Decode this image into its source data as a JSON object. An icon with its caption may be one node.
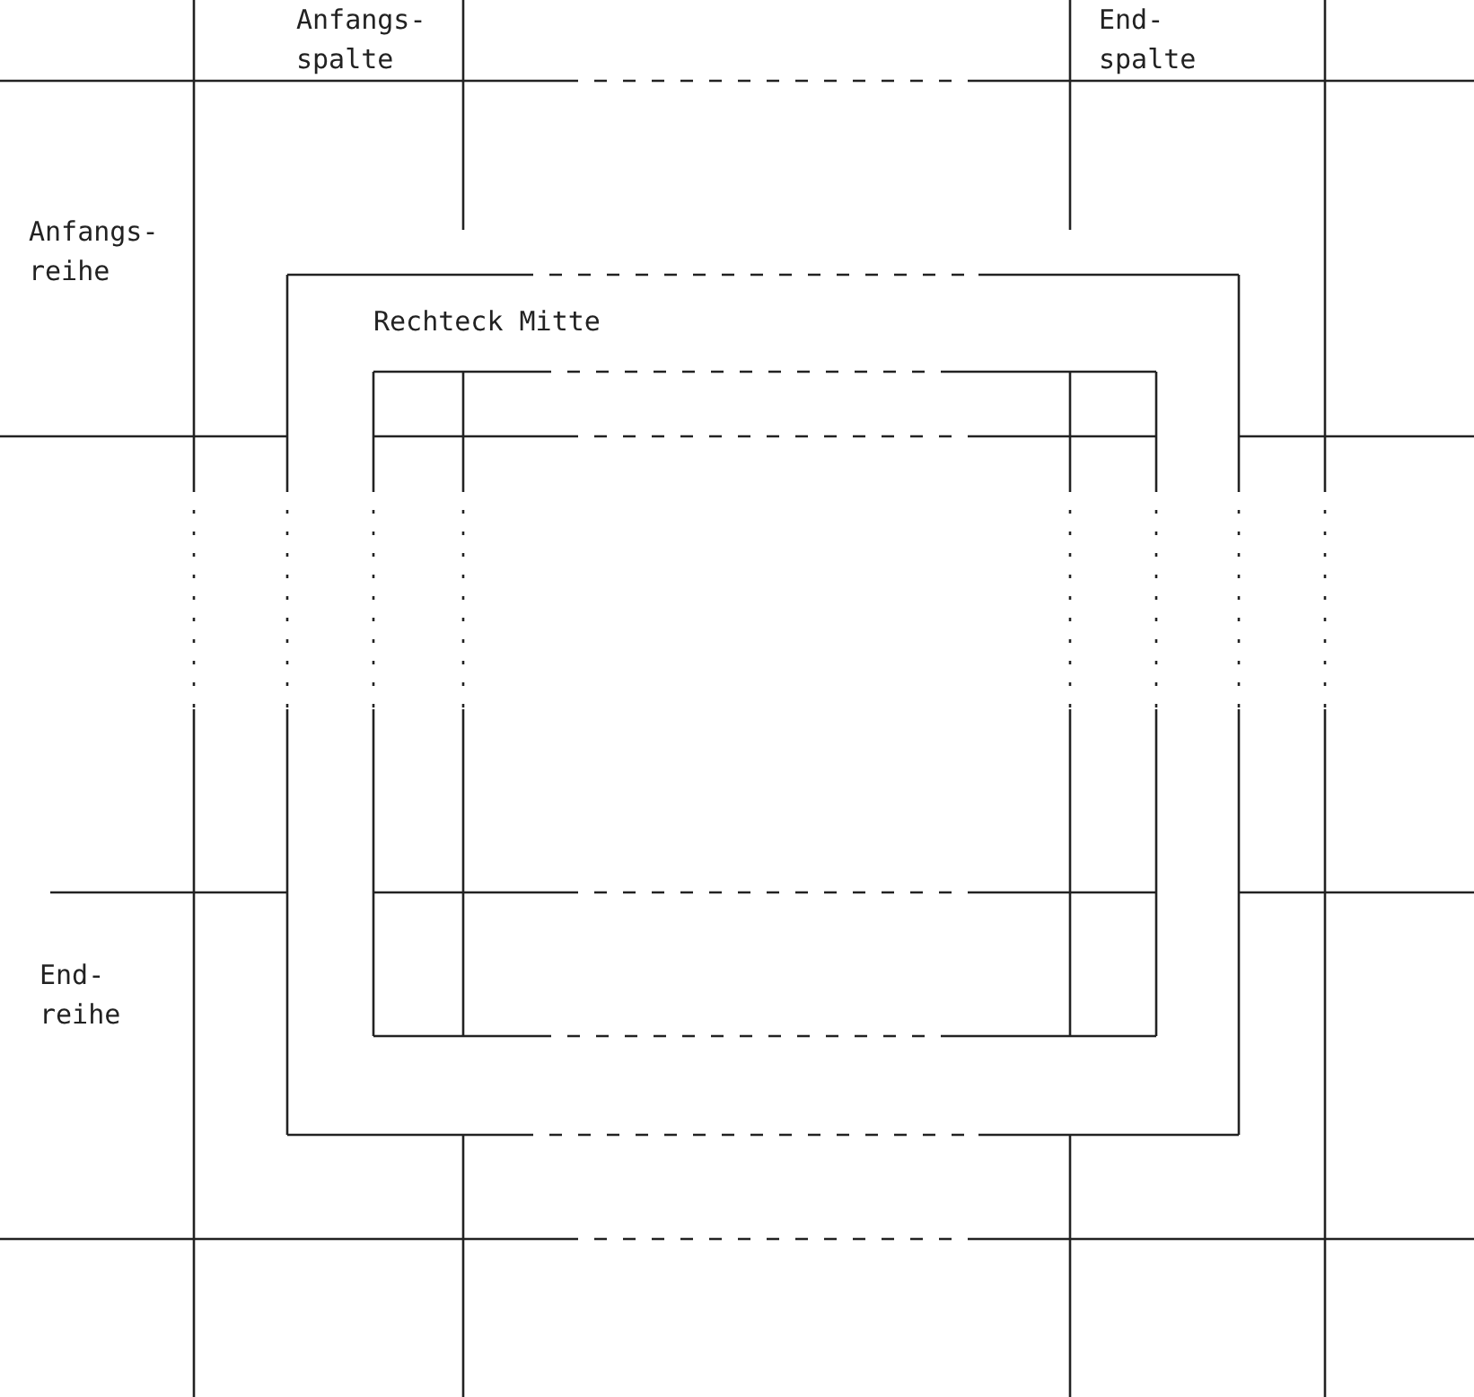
{
  "diagram": {
    "labels": [
      "Anfangs- spalte",
      "End- spalte",
      "Anfangs- reihe",
      "Rechteck Mitte",
      "End- reihe"
    ]
  }
}
